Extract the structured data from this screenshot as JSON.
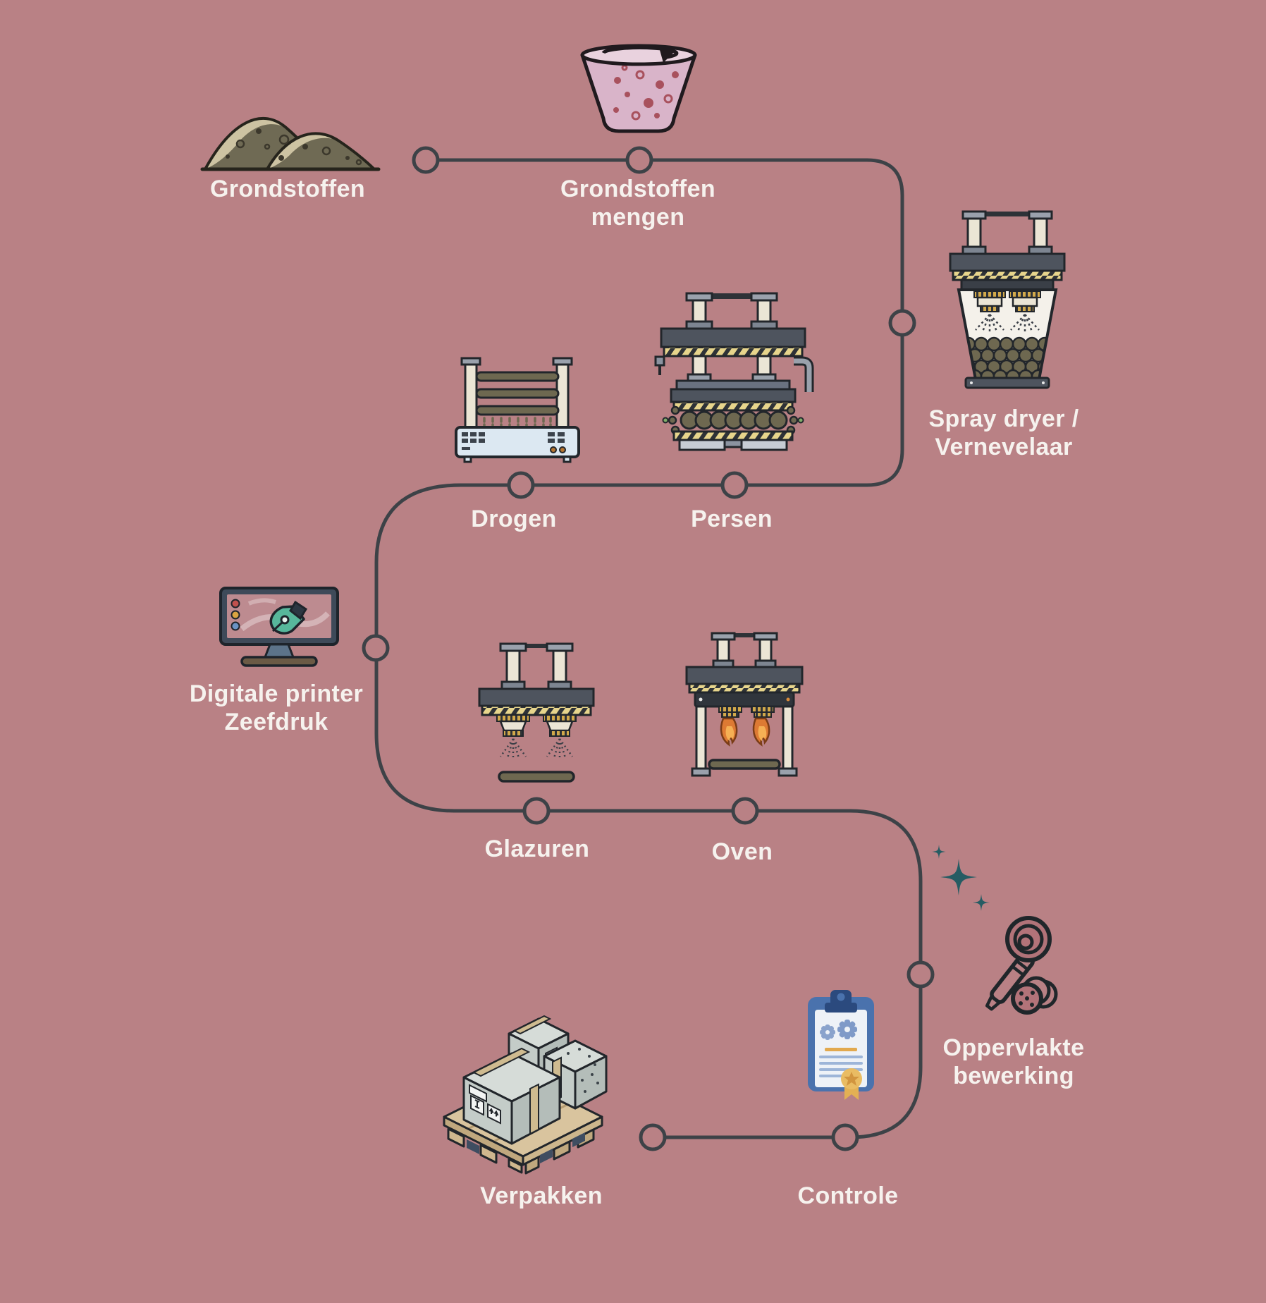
{
  "diagram": {
    "title": "Tile production process flow",
    "background_color": "#b98185",
    "path_color": "#3d4247",
    "label_color": "#f6f2ee",
    "accent_colors": {
      "hazard_yellow": "#e7d58c",
      "machine_gray": "#4e545e",
      "olive": "#6e6850",
      "teal_sparkle": "#265c63",
      "clipboard_blue": "#4a72ad",
      "gold": "#e9bc63",
      "bowl_pink": "#d9b4c9"
    },
    "steps": [
      {
        "label": "Grondstoffen",
        "icon": "raw-materials-pile-icon"
      },
      {
        "label": "Grondstoffen\nmengen",
        "icon": "mixing-bowl-icon"
      },
      {
        "label": "Spray dryer /\nVernevelaar",
        "icon": "spray-dryer-machine-icon"
      },
      {
        "label": "Persen",
        "icon": "press-machine-icon"
      },
      {
        "label": "Drogen",
        "icon": "drying-rack-machine-icon"
      },
      {
        "label": "Digitale printer\nZeefdruk",
        "icon": "digital-printer-monitor-icon"
      },
      {
        "label": "Glazuren",
        "icon": "glazing-machine-icon"
      },
      {
        "label": "Oven",
        "icon": "kiln-oven-machine-icon"
      },
      {
        "label": "Oppervlakte\nbewerking",
        "icon": "surface-polisher-icon"
      },
      {
        "label": "Controle",
        "icon": "inspection-clipboard-icon"
      },
      {
        "label": "Verpakken",
        "icon": "packed-pallet-icon"
      }
    ]
  }
}
